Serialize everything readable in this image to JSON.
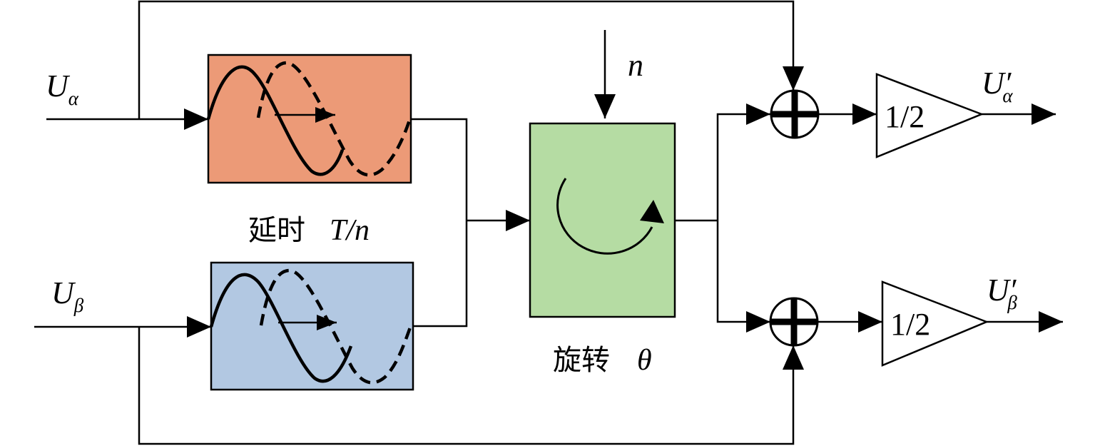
{
  "inputs": {
    "u_alpha": {
      "main": "U",
      "sub": "α"
    },
    "u_beta": {
      "main": "U",
      "sub": "β"
    }
  },
  "outputs": {
    "u_alpha_prime": {
      "main": "U",
      "prime": "′",
      "sub": "α"
    },
    "u_beta_prime": {
      "main": "U",
      "prime": "′",
      "sub": "β"
    }
  },
  "delay": {
    "cn": "延时",
    "value": "T/n"
  },
  "rotation": {
    "cn": "旋转",
    "value": "θ"
  },
  "n_input": "n",
  "gain": "1/2",
  "colors": {
    "delay_alpha_fill": "#ec9a77",
    "delay_beta_fill": "#b2c8e2",
    "rotation_fill": "#b5dca3",
    "line": "#000000"
  }
}
